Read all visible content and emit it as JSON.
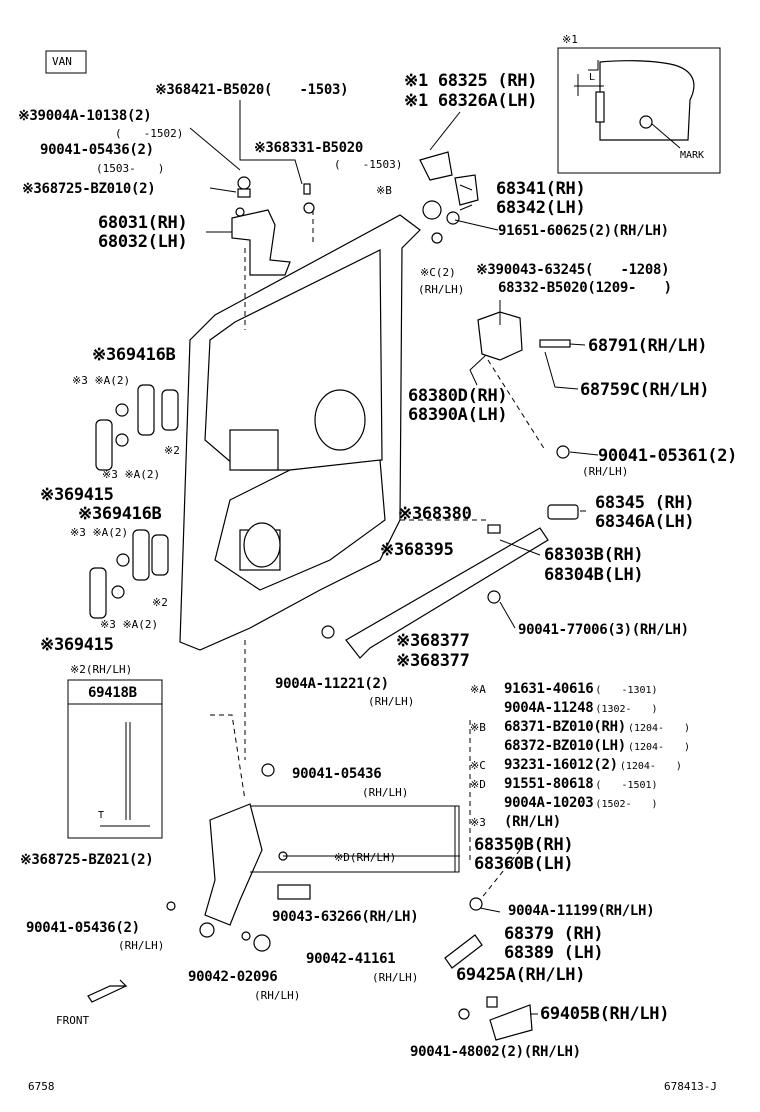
{
  "header": {
    "variant": "VAN",
    "inset_label": "※1",
    "inset_mark": "MARK",
    "inset_dim": "L"
  },
  "labels": {
    "p68421": "※368421-B5020(　　-1503)",
    "p9004a10138": "※39004A-10138(2)",
    "p9004a10138_date": "(　　-1502)",
    "p90041_05436a": "90041-05436(2)",
    "p90041_05436a_date": "(1503-　　)",
    "p68725bz010": "※368725-BZ010(2)",
    "p68031": "68031(RH)",
    "p68032": "68032(LH)",
    "p68331": "※368331-B5020",
    "p68331_date": "(　　-1503)",
    "p68325": "※1 68325 (RH)",
    "p68326a": "※1 68326A(LH)",
    "p68341": "68341(RH)",
    "p68342": "68342(LH)",
    "markB": "※B",
    "p91651": "91651-60625(2)(RH/LH)",
    "markC": "※C(2)",
    "markC_side": "(RH/LH)",
    "p90043_63245": "※390043-63245(　　-1208)",
    "p68332": "68332-B5020(1209-　　)",
    "p68791": "68791(RH/LH)",
    "p68759c": "68759C(RH/LH)",
    "p68380d": "68380D(RH)",
    "p68390a": "68390A(LH)",
    "p90041_05361": "90041-05361(2)",
    "p90041_05361_side": "(RH/LH)",
    "p69416b_top": "※369416B",
    "markA_top": "※3 ※A(2)",
    "mark2_top": "※2",
    "markA_mid_top": "※3 ※A(2)",
    "p69415_top": "※369415",
    "p69416b_bot": "※369416B",
    "markA_bot": "※3 ※A(2)",
    "mark2_bot": "※2",
    "markA_mid_bot": "※3 ※A(2)",
    "p69415_bot": "※369415",
    "p68380": "※368380",
    "p68345": "68345 (RH)",
    "p68346a": "68346A(LH)",
    "p68395": "※368395",
    "p68303b": "68303B(RH)",
    "p68304b": "68304B(LH)",
    "p90041_77006": "90041-77006(3)(RH/LH)",
    "p68377a": "※368377",
    "p68377b": "※368377",
    "p9004a11221": "9004A-11221(2)",
    "p9004a11221_side": "(RH/LH)",
    "mark2_rhlh": "※2(RH/LH)",
    "p69418b": "69418B",
    "inset2_dim": "T",
    "p90041_05436b": "90041-05436",
    "p90041_05436b_side": "(RH/LH)",
    "p68350b": "68350B(RH)",
    "p68360b": "68360B(LH)",
    "markD": "※D(RH/LH)",
    "p68725bz021": "※368725-BZ021(2)",
    "p90043_63266": "90043-63266(RH/LH)",
    "p90041_05436c": "90041-05436(2)",
    "p90041_05436c_side": "(RH/LH)",
    "p90042_41161": "90042-41161",
    "p90042_41161_side": "(RH/LH)",
    "p90042_02096": "90042-02096",
    "p90042_02096_side": "(RH/LH)",
    "p9004a11199": "9004A-11199(RH/LH)",
    "p68379": "68379 (RH)",
    "p68389": "68389 (LH)",
    "p69425a": "69425A(RH/LH)",
    "p69405b": "69405B(RH/LH)",
    "p90041_48002": "90041-48002(2)(RH/LH)",
    "front": "FRONT",
    "footer_left": "6758",
    "footer_right": "678413-J"
  },
  "legend": [
    {
      "key": "※A",
      "part": "91631-40616",
      "date": "(　　-1301)"
    },
    {
      "key": "",
      "part": "9004A-11248",
      "date": "(1302-　　)"
    },
    {
      "key": "※B",
      "part": "68371-BZ010(RH)",
      "date": "(1204-　　)"
    },
    {
      "key": "",
      "part": "68372-BZ010(LH)",
      "date": "(1204-　　)"
    },
    {
      "key": "※C",
      "part": "93231-16012(2)",
      "date": "(1204-　　)"
    },
    {
      "key": "※D",
      "part": "91551-80618",
      "date": "(　　-1501)"
    },
    {
      "key": "",
      "part": "9004A-10203",
      "date": "(1502-　　)"
    },
    {
      "key": "※3",
      "part": "(RH/LH)",
      "date": ""
    }
  ]
}
